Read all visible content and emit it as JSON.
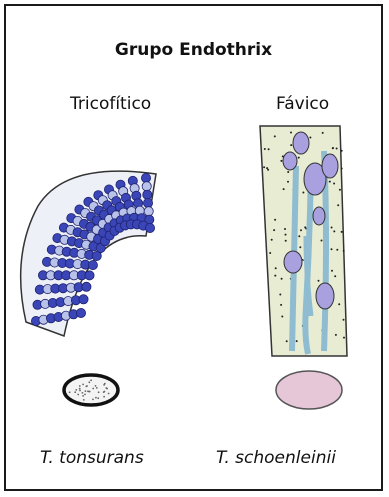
{
  "title": "Grupo Endothrix",
  "panels": [
    {
      "label": "Tricofítico",
      "species": "T. tonsurans"
    },
    {
      "label": "Fávico",
      "species": "T. schoenleinii"
    }
  ],
  "colors": {
    "spore_dark": "#3a45b8",
    "spore_light": "#b9c3ea",
    "hair_fill": "#e7ecd2",
    "hyphae": "#8fbcd0",
    "vesicle": "#a9a0e0",
    "colony_pink": "#e6c7d8"
  }
}
